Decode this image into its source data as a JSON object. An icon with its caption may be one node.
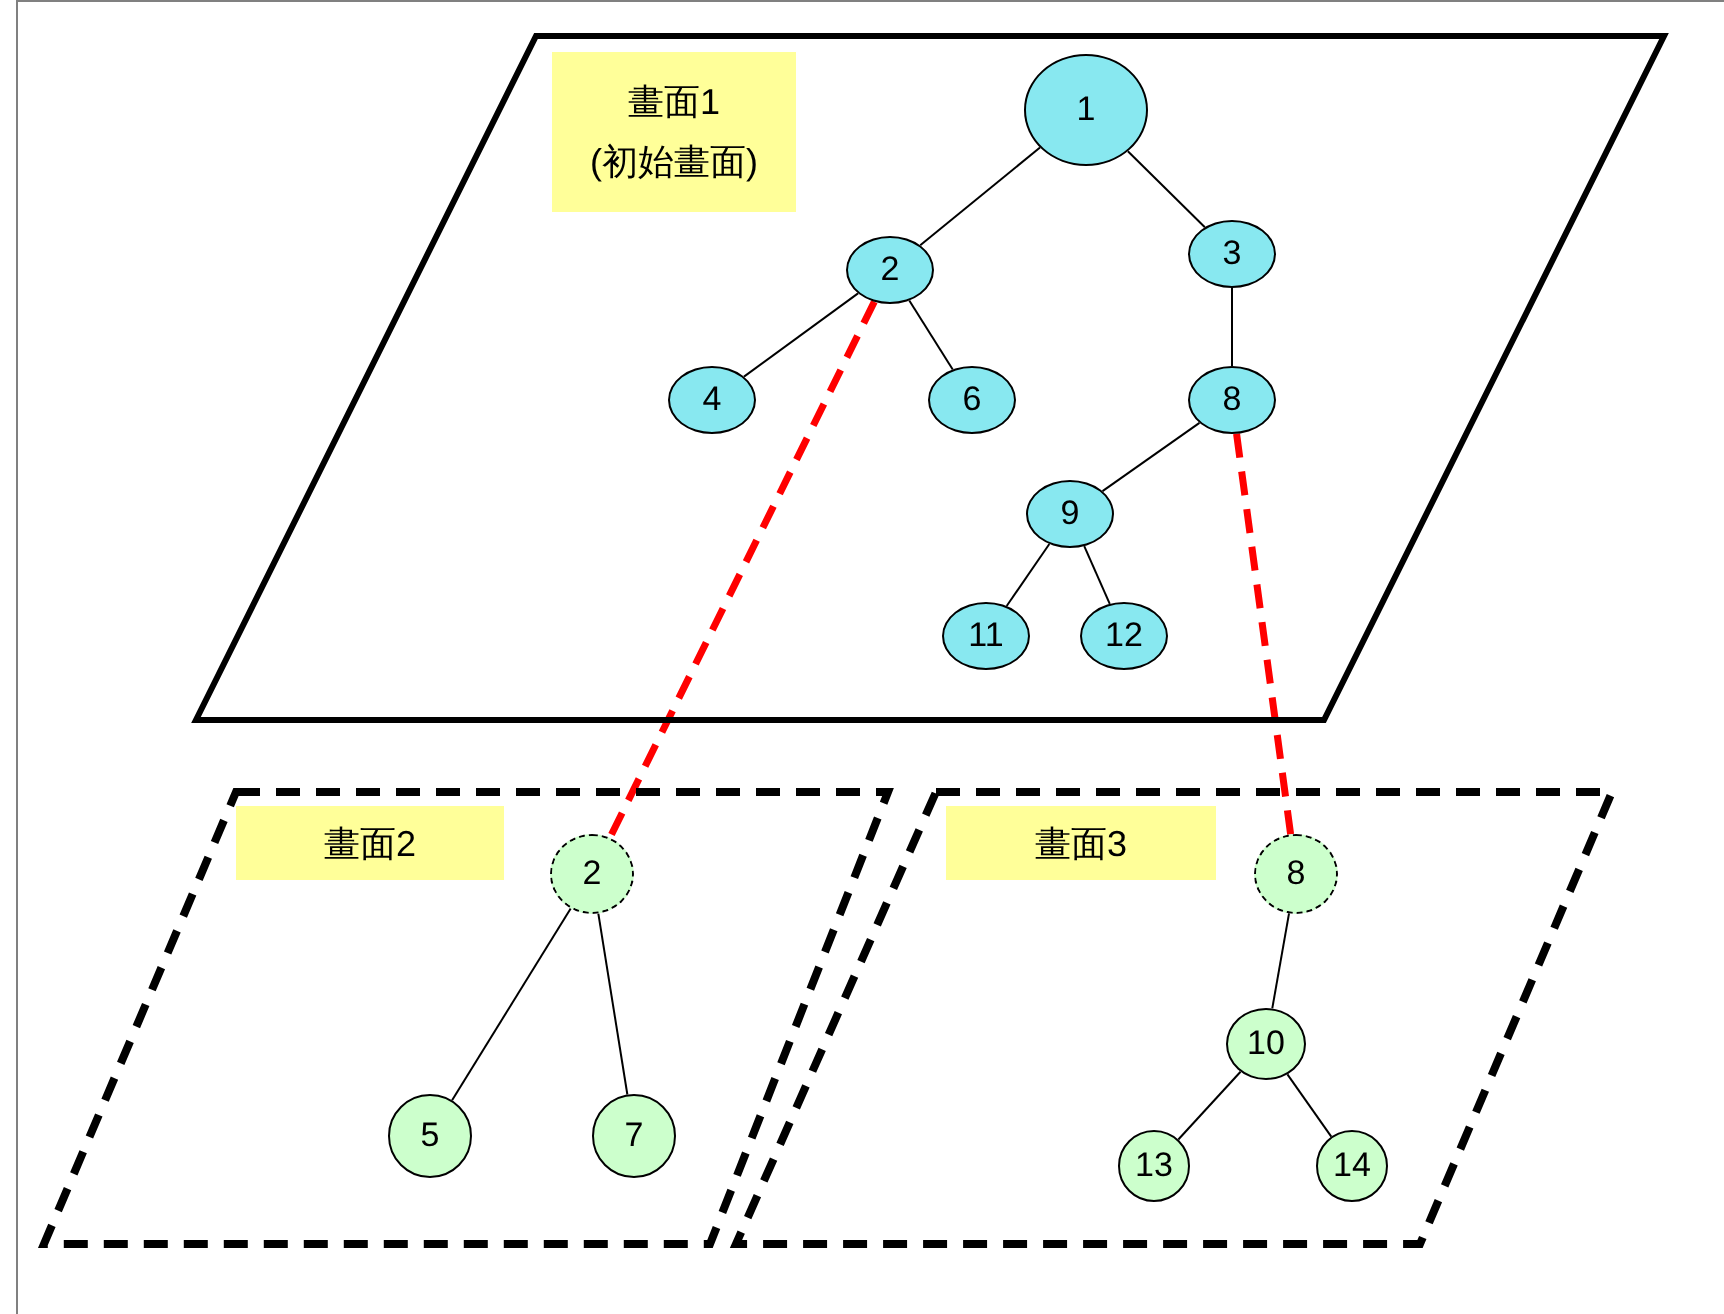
{
  "diagram": {
    "nodes": [
      {
        "text": [],
        "shape": "parallelogram"
      },
      {
        "text": [
          "畫面1",
          "(初始畫面)"
        ],
        "in": 0
      },
      {
        "text": [
          "1"
        ],
        "in": 0
      },
      {
        "text": [
          "2"
        ],
        "in": 0
      },
      {
        "text": [
          "3"
        ],
        "in": 0
      },
      {
        "text": [
          "4"
        ],
        "in": 0
      },
      {
        "text": [
          "6"
        ],
        "in": 0
      },
      {
        "text": [
          "8"
        ],
        "in": 0
      },
      {
        "text": [
          "9"
        ],
        "in": 0
      },
      {
        "text": [
          "11"
        ],
        "in": 0
      },
      {
        "text": [
          "12"
        ],
        "in": 0
      },
      {
        "text": [],
        "shape": "parallelogram"
      },
      {
        "text": [
          "畫面2"
        ],
        "in": 11
      },
      {
        "text": [
          "2"
        ],
        "in": 11
      },
      {
        "text": [
          "5"
        ],
        "in": 11
      },
      {
        "text": [
          "7"
        ],
        "in": 11
      },
      {
        "text": [],
        "shape": "parallelogram"
      },
      {
        "text": [
          "畫面3"
        ],
        "in": 16
      },
      {
        "text": [
          "8"
        ],
        "in": 16
      },
      {
        "text": [
          "10"
        ],
        "in": 16
      },
      {
        "text": [
          "13"
        ],
        "in": 16
      },
      {
        "text": [
          "14"
        ],
        "in": 16
      }
    ],
    "edges": [
      {
        "from": 2,
        "to": 3,
        "arrow": "none"
      },
      {
        "from": 2,
        "to": 4,
        "arrow": "none"
      },
      {
        "from": 3,
        "to": 5,
        "arrow": "none"
      },
      {
        "from": 3,
        "to": 6,
        "arrow": "none"
      },
      {
        "from": 4,
        "to": 7,
        "arrow": "none"
      },
      {
        "from": 7,
        "to": 8,
        "arrow": "none"
      },
      {
        "from": 8,
        "to": 9,
        "arrow": "none"
      },
      {
        "from": 8,
        "to": 10,
        "arrow": "none"
      },
      {
        "from": 3,
        "to": 13,
        "arrow": "none",
        "style": "dashed",
        "color": "#ff0000"
      },
      {
        "from": 7,
        "to": 18,
        "arrow": "none",
        "style": "dashed",
        "color": "#ff0000"
      },
      {
        "from": 13,
        "to": 14,
        "arrow": "none"
      },
      {
        "from": 13,
        "to": 15,
        "arrow": "none"
      },
      {
        "from": 18,
        "to": 19,
        "arrow": "none"
      },
      {
        "from": 19,
        "to": 20,
        "arrow": "none"
      },
      {
        "from": 19,
        "to": 21,
        "arrow": "none"
      }
    ]
  }
}
